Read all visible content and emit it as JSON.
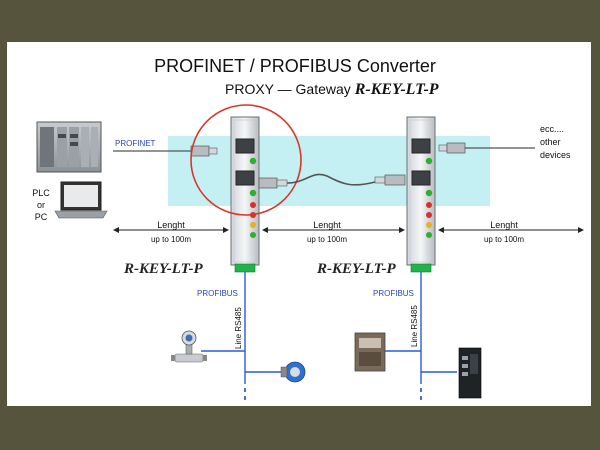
{
  "title": "PROFINET / PROFIBUS Converter",
  "subtitle_prefix": "PROXY — Gateway ",
  "subtitle_product": "R-KEY-LT-P",
  "left_side": {
    "network_label": "PROFINET",
    "plc_label_1": "PLC",
    "plc_label_2": "or",
    "plc_label_3": "PC"
  },
  "right_side": {
    "other_1": "ecc....",
    "other_2": "other",
    "other_3": "devices"
  },
  "distance": {
    "label": "Lenght",
    "value": "up to 100m"
  },
  "devices": [
    {
      "name": "R-KEY-LT-P",
      "bus_label": "PROFIBUS",
      "line_label": "Line RS485"
    },
    {
      "name": "R-KEY-LT-P",
      "bus_label": "PROFIBUS",
      "line_label": "Line RS485"
    }
  ],
  "colors": {
    "band": "#c4f0f4",
    "highlight_circle": "#d9362a",
    "profinet_text": "#2b45b8",
    "bus_line": "#2a5bd7",
    "bus_dash": "#1f4fb5",
    "led_green": "#2fae2f",
    "led_red": "#d8302a",
    "led_yellow": "#e8b020",
    "terminal_green": "#1fb34a"
  }
}
